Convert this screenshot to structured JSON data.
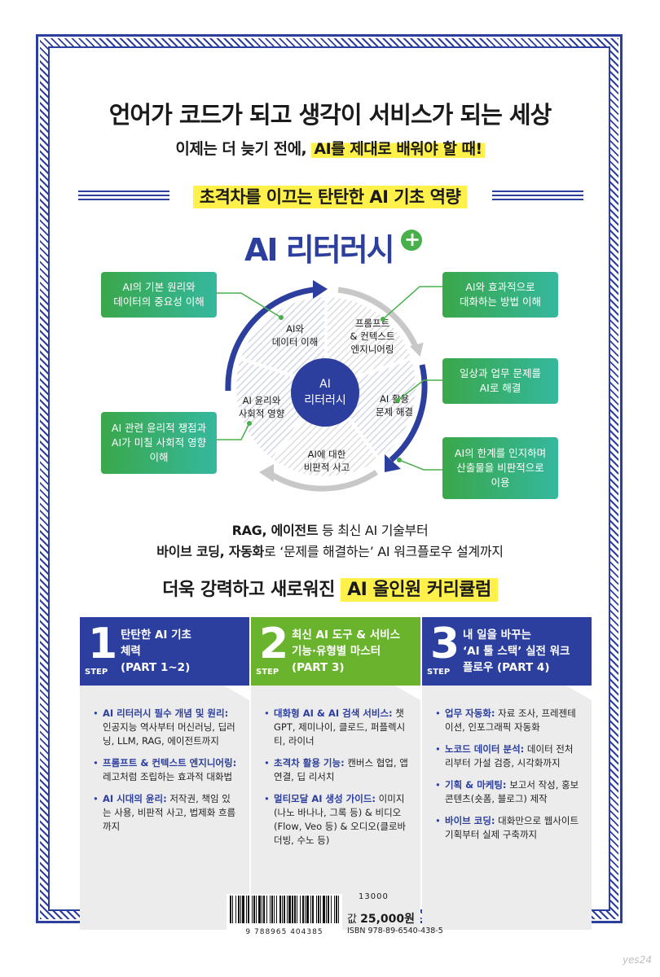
{
  "headline": {
    "part1": "언어가 ",
    "part2": "코드",
    "part3": "가 되고 ",
    "part4": "생각이 서비스",
    "part5": "가 되는 세상"
  },
  "subhead": {
    "part1": "이제는 더 늦기 전에, ",
    "highlight": "AI를 제대로 배워야 할 때!"
  },
  "section1_title": "초격차를 이끄는 탄탄한 AI 기초 역량",
  "logo": {
    "title": "AI 리터러시",
    "plus": "+"
  },
  "diagram": {
    "center": "AI\n리터러시",
    "segments": [
      "AI와\n데이터 이해",
      "프롬프트\n& 컨텍스트\n엔지니어링",
      "AI 활용\n문제 해결",
      "AI에 대한\n비판적 사고",
      "AI 윤리와\n사회적 영향"
    ],
    "left_boxes": [
      "AI의 기본 원리와\n데이터의 중요성 이해",
      "AI 관련 윤리적 쟁점과\nAI가 미칠 사회적 영향\n이해"
    ],
    "right_boxes": [
      "AI와 효과적으로\n대화하는 방법 이해",
      "일상과 업무 문제를\nAI로 해결",
      "AI의 한계를 인지하며\n산출물을 비판적으로\n이용"
    ],
    "colors": {
      "blue": "#2c3f9e",
      "green_start": "#3aa74a",
      "green_end": "#35b89e",
      "gray": "#c8c8c8"
    }
  },
  "body_lines": {
    "line1_bold1": "RAG, 에이전트",
    "line1_rest": " 등 최신 AI 기술부터",
    "line2_bold1": "바이브 코딩, 자동화",
    "line2_rest": "로 ‘문제를 해결하는’ AI 워크플로우 설계까지"
  },
  "section2_title": {
    "part1": "더욱 강력하고 새로워진 ",
    "highlight": "AI 올인원 커리큘럼"
  },
  "steps": [
    {
      "num": "1",
      "word": "STEP",
      "title": "탄탄한 AI 기초\n체력\n(PART 1~2)",
      "color": "#2c3f9e",
      "items": [
        {
          "k": "AI 리터러시 필수 개념 및 원리:",
          "v": " 인공지능 역사부터 머신러닝, 딥러닝, LLM, RAG, 에이전트까지"
        },
        {
          "k": "프롬프트 & 컨텍스트 엔지니어링:",
          "v": " 레고처럼 조립하는 효과적 대화법"
        },
        {
          "k": "AI 시대의 윤리:",
          "v": " 저작권, 책임 있는 사용, 비판적 사고, 법제화 흐름까지"
        }
      ]
    },
    {
      "num": "2",
      "word": "STEP",
      "title": "최신 AI 도구 & 서비스\n기능·유형별 마스터\n(PART 3)",
      "color": "#6ab42d",
      "items": [
        {
          "k": "대화형 AI & AI 검색 서비스:",
          "v": " 챗GPT, 제미나이, 클로드, 퍼플렉시티, 라이너"
        },
        {
          "k": "초격차 활용 기능:",
          "v": " 캔버스 협업, 앱 연결, 딥 리서치"
        },
        {
          "k": "멀티모달 AI 생성 가이드:",
          "v": " 이미지(나노 바나나, 그록 등) & 비디오(Flow, Veo 등) & 오디오(클로바더빙, 수노 등)"
        }
      ]
    },
    {
      "num": "3",
      "word": "STEP",
      "title": "내 일을 바꾸는\n‘AI 툴 스택’ 실전 워크\n플로우 (PART 4)",
      "color": "#2c3f9e",
      "items": [
        {
          "k": "업무 자동화:",
          "v": " 자료 조사, 프레젠테이션, 인포그래픽 자동화"
        },
        {
          "k": "노코드 데이터 분석:",
          "v": " 데이터 전처리부터 가설 검증, 시각화까지"
        },
        {
          "k": "기획 & 마케팅:",
          "v": " 보고서 작성, 홍보 콘텐츠(숏폼, 블로그) 제작"
        },
        {
          "k": "바이브 코딩:",
          "v": " 대화만으로 웹사이트 기획부터 실제 구축까지"
        }
      ]
    }
  ],
  "barcode": {
    "top_code": "13000",
    "number": "9 788965 404385",
    "price_label": "값 ",
    "price": "25,000원",
    "isbn": "ISBN 978-89-6540-438-5"
  },
  "watermark": "yes24"
}
